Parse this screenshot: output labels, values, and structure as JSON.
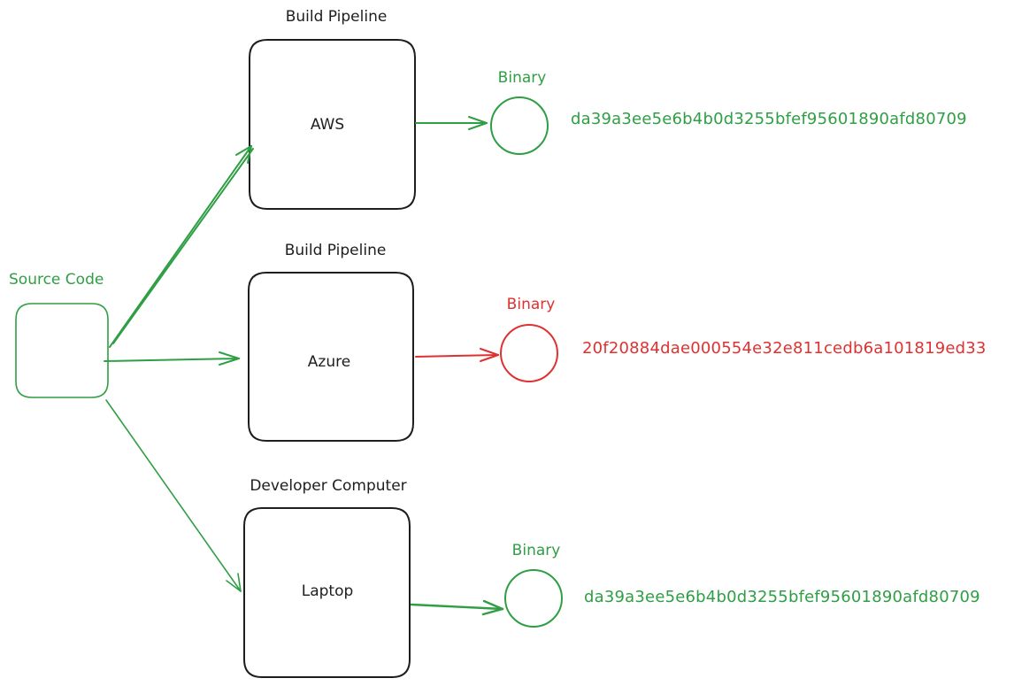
{
  "colors": {
    "stroke_dark": "#1e1e1e",
    "ok": "#2f9e44",
    "mismatch": "#e03131",
    "background": "#ffffff"
  },
  "source": {
    "label": "Source Code"
  },
  "pipelines": [
    {
      "caption": "Build Pipeline",
      "name": "AWS",
      "binary_label": "Binary",
      "hash": "da39a3ee5e6b4b0d3255bfef95601890afd80709",
      "status": "match"
    },
    {
      "caption": "Build Pipeline",
      "name": "Azure",
      "binary_label": "Binary",
      "hash": "20f20884dae000554e32e811cedb6a101819ed33",
      "status": "mismatch"
    },
    {
      "caption": "Developer Computer",
      "name": "Laptop",
      "binary_label": "Binary",
      "hash": "da39a3ee5e6b4b0d3255bfef95601890afd80709",
      "status": "match"
    }
  ]
}
